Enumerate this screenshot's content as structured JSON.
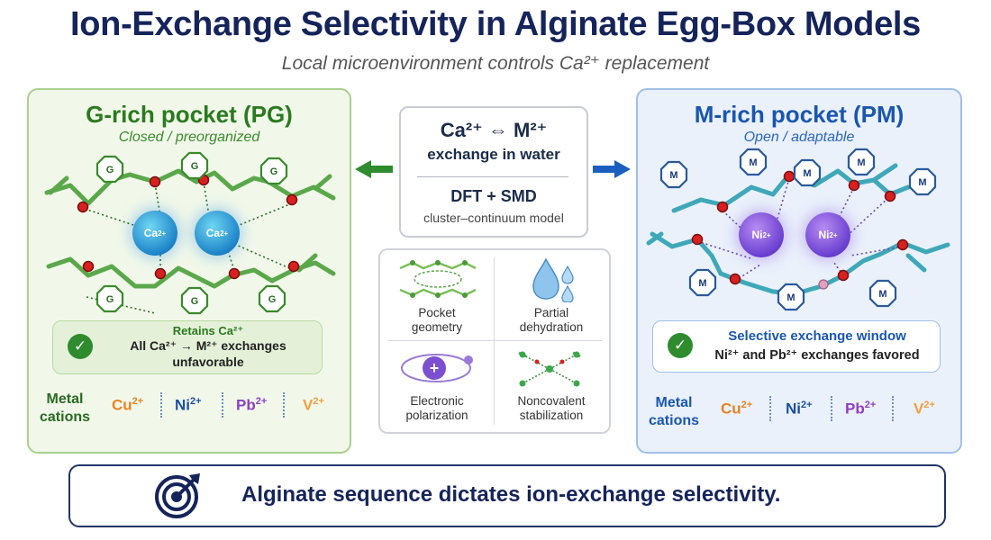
{
  "title": "Ion-Exchange Selectivity in Alginate Egg-Box Models",
  "subtitle": "Local microenvironment controls Ca²⁺ replacement",
  "left": {
    "title": "G-rich pocket (PG)",
    "subtitle": "Closed / preorganized",
    "unit_label": "G",
    "ion_label": "Ca",
    "ion_charge": "2+",
    "status_title": "Retains Ca²⁺",
    "status_line1": "All Ca²⁺ → M²⁺ exchanges",
    "status_line2": "unfavorable",
    "metals_label_1": "Metal",
    "metals_label_2": "cations",
    "metals": [
      {
        "name": "Cu",
        "charge": "2+",
        "color": "#e8821e"
      },
      {
        "name": "Ni",
        "charge": "2+",
        "color": "#1b4fa0"
      },
      {
        "name": "Pb",
        "charge": "2+",
        "color": "#8e3fc4"
      },
      {
        "name": "V",
        "charge": "2+",
        "color": "#f0a040"
      }
    ],
    "colors": {
      "chain": "#5aa84a",
      "border": "#a9d08e",
      "text": "#2a7a1e"
    }
  },
  "center": {
    "eq_line1": "Ca²⁺ ⇔ M²⁺",
    "eq_line2": "exchange in water",
    "method_line1": "DFT + SMD",
    "method_line2": "cluster–continuum model",
    "features": [
      {
        "line1": "Pocket",
        "line2": "geometry",
        "icon": "pocket-geometry-icon"
      },
      {
        "line1": "Partial",
        "line2": "dehydration",
        "icon": "water-drops-icon"
      },
      {
        "line1": "Electronic",
        "line2": "polarization",
        "icon": "polarization-icon"
      },
      {
        "line1": "Noncovalent",
        "line2": "stabilization",
        "icon": "noncovalent-network-icon"
      }
    ]
  },
  "right": {
    "title": "M-rich pocket (PM)",
    "subtitle": "Open / adaptable",
    "unit_label": "M",
    "ion_label": "Ni",
    "ion_charge": "2+",
    "status_title": "Selective exchange window",
    "status_line": "Ni²⁺ and Pb²⁺ exchanges favored",
    "metals_label_1": "Metal",
    "metals_label_2": "cations",
    "metals": [
      {
        "name": "Cu",
        "charge": "2+",
        "color": "#e8821e"
      },
      {
        "name": "Ni",
        "charge": "2+",
        "color": "#1b4fa0"
      },
      {
        "name": "Pb",
        "charge": "2+",
        "color": "#8e3fc4"
      },
      {
        "name": "V",
        "charge": "2+",
        "color": "#f0a040"
      }
    ],
    "colors": {
      "chain": "#3fa8b8",
      "border": "#9fc0e6",
      "text": "#1a56b0"
    }
  },
  "conclusion": "Alginate sequence  dictates ion-exchange selectivity."
}
